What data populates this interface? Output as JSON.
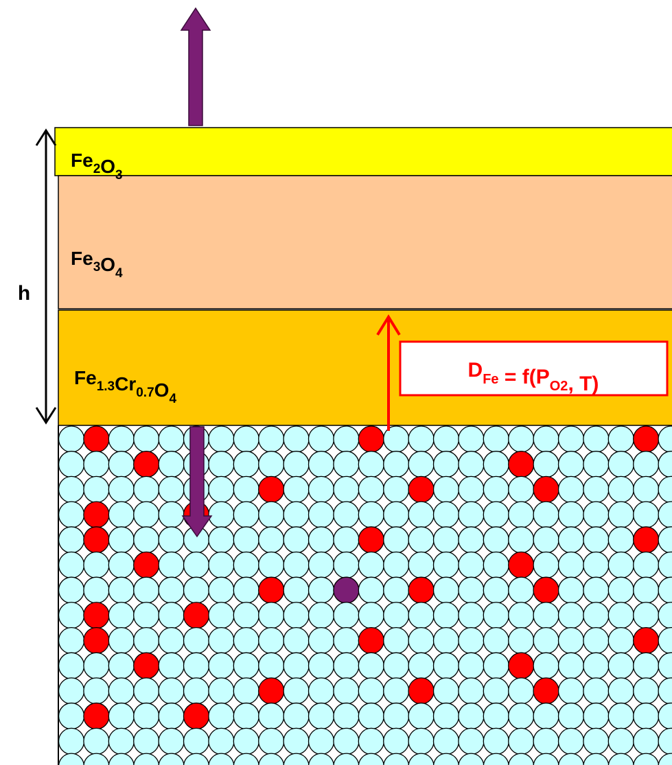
{
  "diagram": {
    "thickness_label": "h",
    "layers": [
      {
        "id": "hematite",
        "parts": [
          [
            "Fe",
            ""
          ],
          [
            "2",
            "sub"
          ],
          [
            "O",
            ""
          ],
          [
            "3",
            "sub"
          ]
        ],
        "color": "#FFFF00"
      },
      {
        "id": "magnetite",
        "parts": [
          [
            "Fe",
            ""
          ],
          [
            "3",
            "sub"
          ],
          [
            "O",
            ""
          ],
          [
            "4",
            "sub"
          ]
        ],
        "color": "#FFC896"
      },
      {
        "id": "spinel",
        "parts": [
          [
            "Fe",
            ""
          ],
          [
            "1.3",
            "sub"
          ],
          [
            "Cr",
            ""
          ],
          [
            "0.7",
            "sub"
          ],
          [
            "O",
            ""
          ],
          [
            "4",
            "sub"
          ]
        ],
        "color": "#FFC800"
      }
    ],
    "diffusion_label": {
      "parts": [
        [
          "D",
          ""
        ],
        [
          "Fe",
          "sub"
        ],
        [
          " = f(P",
          ""
        ],
        [
          "O2",
          "sub"
        ],
        [
          ", T)",
          ""
        ]
      ],
      "color": "#FF0000"
    },
    "arrow_color": "#7B1E74",
    "lattice": {
      "matrix_color": "#C8FFFF",
      "chromium_color": "#FF0000",
      "vacancy_color": "#7B1E74"
    }
  }
}
